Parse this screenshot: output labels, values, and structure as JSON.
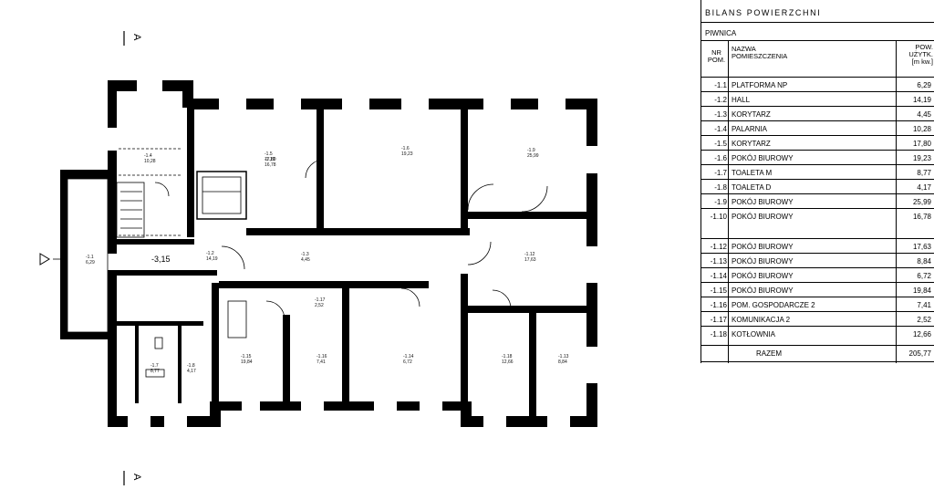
{
  "drawing": {
    "section_mark_top": "A",
    "section_mark_bottom": "A",
    "level_label": "-3,15",
    "rooms": [
      {
        "no": "-1.1",
        "area": "6,29"
      },
      {
        "no": "-1.4",
        "area": "10,28"
      },
      {
        "no": "-1.5",
        "area": "17,80"
      },
      {
        "no": "-1.6",
        "area": "19,23"
      },
      {
        "no": "-1.9",
        "area": "25,99"
      },
      {
        "no": "-1.10",
        "area": "16,78"
      },
      {
        "no": "-1.12",
        "area": "17,63"
      },
      {
        "no": "-1.3",
        "area": "4,45"
      },
      {
        "no": "-1.17",
        "area": "2,52"
      },
      {
        "no": "-1.7",
        "area": "8,77"
      },
      {
        "no": "-1.8",
        "area": "4,17"
      },
      {
        "no": "-1.15",
        "area": "19,84"
      },
      {
        "no": "-1.16",
        "area": "7,41"
      },
      {
        "no": "-1.14",
        "area": "6,72"
      },
      {
        "no": "-1.18",
        "area": "12,66"
      },
      {
        "no": "-1.13",
        "area": "8,84"
      },
      {
        "no": "-1.2",
        "area": "14,19"
      }
    ]
  },
  "table": {
    "title": "BILANS POWIERZCHNI",
    "subtitle": "PIWNICA",
    "headers": {
      "nr_line1": "NR",
      "nr_line2": "POM.",
      "name_line1": "NAZWA",
      "name_line2": "POMIESZCZENIA",
      "area_line1": "POW.",
      "area_line2": "UŻYTK.",
      "area_line3": "[m kw.]"
    },
    "rows": [
      {
        "no": "-1.1",
        "name": "PLATFORMA NP",
        "area": "6,29"
      },
      {
        "no": "-1.2",
        "name": "HALL",
        "area": "14,19"
      },
      {
        "no": "-1.3",
        "name": "KORYTARZ",
        "area": "4,45"
      },
      {
        "no": "-1.4",
        "name": "PALARNIA",
        "area": "10,28"
      },
      {
        "no": "-1.5",
        "name": "KORYTARZ",
        "area": "17,80"
      },
      {
        "no": "-1.6",
        "name": "POKÓJ BIUROWY",
        "area": "19,23"
      },
      {
        "no": "-1.7",
        "name": "TOALETA M",
        "area": "8,77"
      },
      {
        "no": "-1.8",
        "name": "TOALETA D",
        "area": "4,17"
      },
      {
        "no": "-1.9",
        "name": "POKÓJ BIUROWY",
        "area": "25,99"
      },
      {
        "no": "-1.10",
        "name": "POKÓJ BIUROWY",
        "area": "16,78"
      },
      {
        "no": "-1.12",
        "name": "POKÓJ BIUROWY",
        "area": "17,63"
      },
      {
        "no": "-1.13",
        "name": "POKÓJ BIUROWY",
        "area": "8,84"
      },
      {
        "no": "-1.14",
        "name": "POKÓJ BIUROWY",
        "area": "6,72"
      },
      {
        "no": "-1.15",
        "name": "POKÓJ BIUROWY",
        "area": "19,84"
      },
      {
        "no": "-1.16",
        "name": "POM. GOSPODARCZE 2",
        "area": "7,41"
      },
      {
        "no": "-1.17",
        "name": "KOMUNIKACJA 2",
        "area": "2,52"
      },
      {
        "no": "-1.18",
        "name": "KOTŁOWNIA",
        "area": "12,66"
      }
    ],
    "total_label": "RAZEM",
    "total_value": "205,77"
  }
}
